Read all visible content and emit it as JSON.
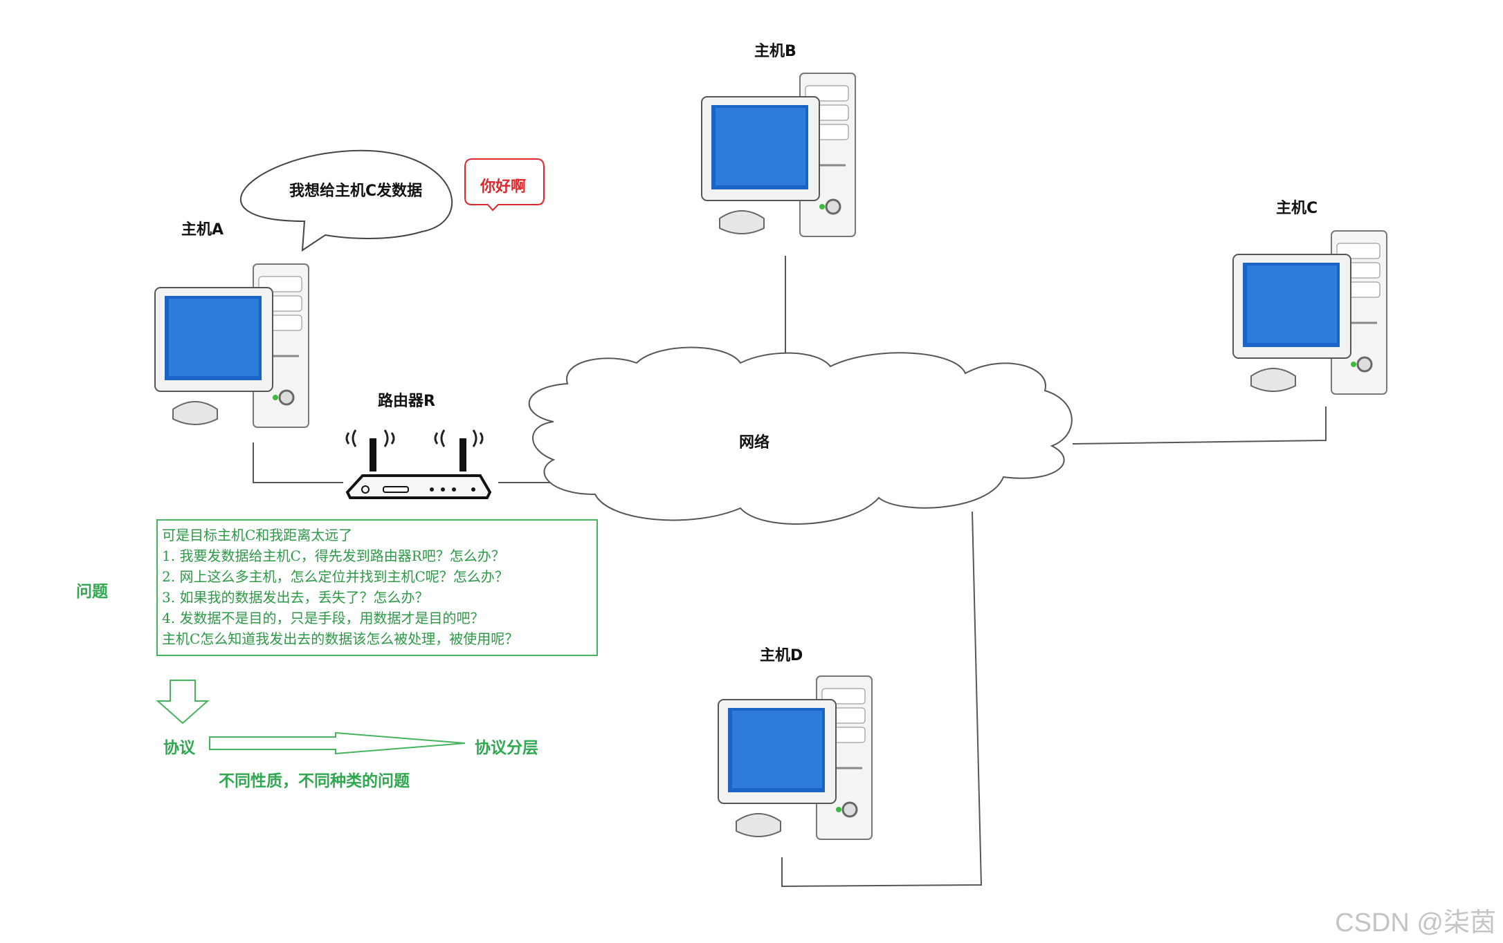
{
  "hosts": {
    "a": {
      "label": "主机A"
    },
    "b": {
      "label": "主机B"
    },
    "c": {
      "label": "主机C"
    },
    "d": {
      "label": "主机D"
    }
  },
  "router": {
    "label": "路由器R"
  },
  "network": {
    "label": "网络"
  },
  "speech": {
    "thought": "我想给主机C发数据",
    "hello": "你好啊"
  },
  "problem": {
    "label": "问题"
  },
  "notes": {
    "lines": [
      "可是目标主机C和我距离太远了",
      "1.   我要发数据给主机C，得先发到路由器R吧？怎么办？",
      "2.   网上这么多主机，怎么定位并找到主机C呢？怎么办？",
      "3.   如果我的数据发出去，丢失了？怎么办？",
      "4.   发数据不是目的，只是手段，用数据才是目的吧？",
      "      主机C怎么知道我发出去的数据该怎么被处理，被使用呢？"
    ]
  },
  "flow": {
    "protocol": "协议",
    "layering": "协议分层",
    "caption": "不同性质，不同种类的问题"
  },
  "watermark": "CSDN @柒茵",
  "colors": {
    "green": "#2fa84f",
    "red": "#e2262b",
    "line": "#555555"
  }
}
